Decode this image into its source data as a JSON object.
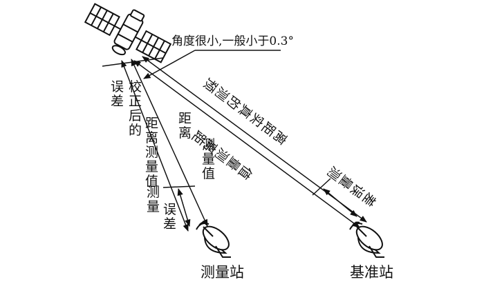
{
  "labels": {
    "angle_note": "角度很小,一般小于0.3°",
    "corrected_distance": "误差校正后的距离测量值",
    "measured_distance": "距离测量值",
    "measurement_error_left": "测量误差",
    "observed_true_distance": "预测的真实距离",
    "distance_measured_value_mid": "距离测量值",
    "measurement_error_right": "测量误差",
    "station_measure": "测量站",
    "station_base": "基准站"
  },
  "icons": {
    "satellite": "satellite-icon",
    "dish_left": "dish-antenna-icon",
    "dish_right": "dish-antenna-icon"
  },
  "colors": {
    "line": "#111111",
    "fill": "#ffffff"
  }
}
